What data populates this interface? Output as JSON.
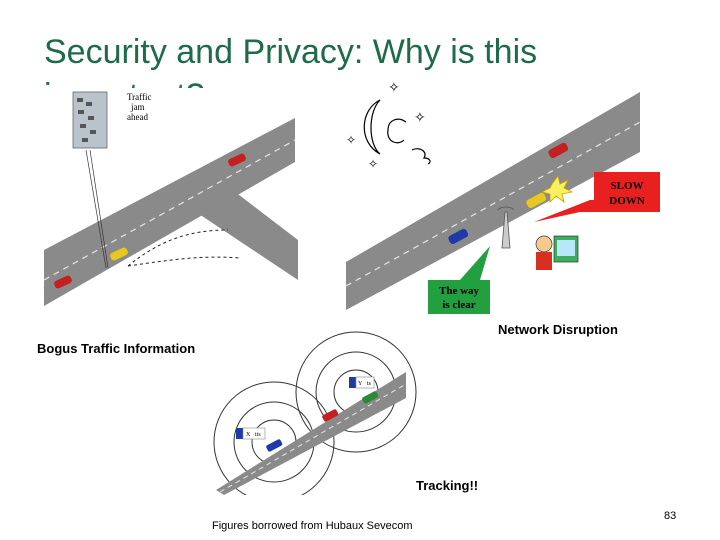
{
  "slide": {
    "title": "Security and Privacy: Why is this important?",
    "slide_number": "83",
    "credit": "Figures borrowed from Hubaux Sevecom"
  },
  "panel_bogus": {
    "caption": "Bogus Traffic Information",
    "sign_text": [
      "Traffic",
      "jam",
      "ahead"
    ]
  },
  "panel_network": {
    "caption": "Network Disruption",
    "bubble_red": [
      "SLOW",
      "DOWN"
    ],
    "bubble_green": [
      "The way",
      "is clear"
    ]
  },
  "panel_tracking": {
    "caption": "Tracking!!",
    "tag_1": [
      "Y",
      "ts"
    ],
    "tag_2": [
      "X",
      "tts"
    ]
  },
  "colors": {
    "title": "#1e6b4a",
    "road": "#8a8a8a",
    "bubble_red": "#e82020",
    "bubble_green": "#22a040"
  }
}
